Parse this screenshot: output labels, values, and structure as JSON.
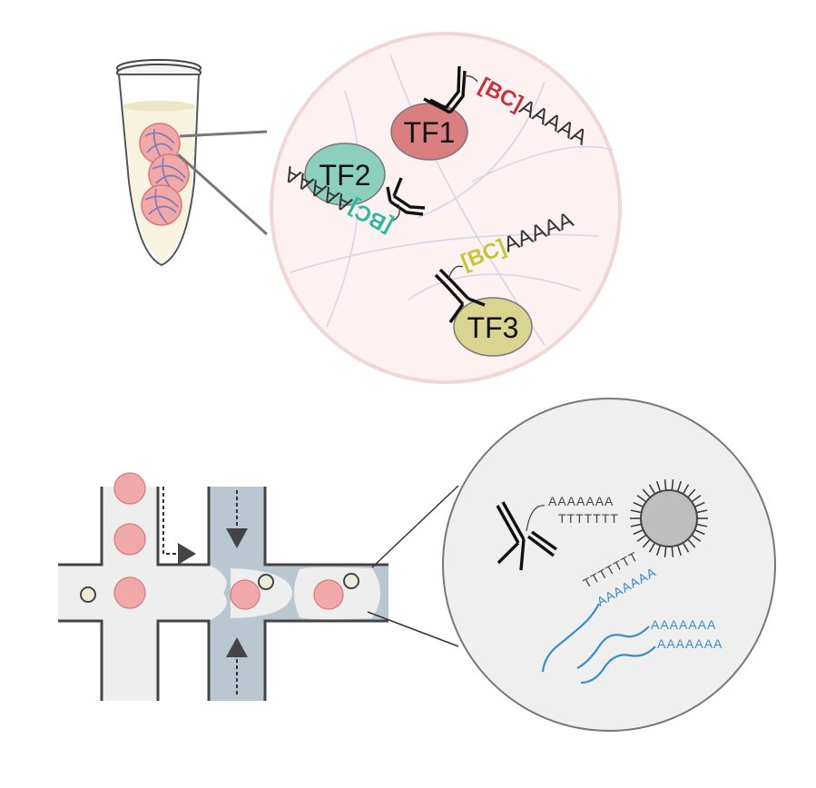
{
  "top_panel": {
    "tf_labels": [
      "TF1",
      "TF2",
      "TF3"
    ],
    "barcode_label": "[BC]",
    "polyA_tail": "AAAAA",
    "colors": {
      "tf1": "#d97f7f",
      "tf2": "#8dcfbf",
      "tf3": "#d9d48f",
      "bc_tf1": "#c8323c",
      "bc_tf2": "#2fb8a0",
      "bc_tf3": "#c6c43a",
      "zoom_fill": "#fdf1f1",
      "zoom_border": "#f1d6d6"
    }
  },
  "bottom_panel": {
    "bead_oligo_dt": "TTTTTTT",
    "polyA_long": "AAAAAAA",
    "colors": {
      "droplet": "#f0a8a8",
      "bead": "#eeebd9",
      "channel": "#eeeeee",
      "oil_channel": "#b9c7d1",
      "mrna": "#3b8cc3",
      "zoom_fill": "#efefef"
    }
  }
}
